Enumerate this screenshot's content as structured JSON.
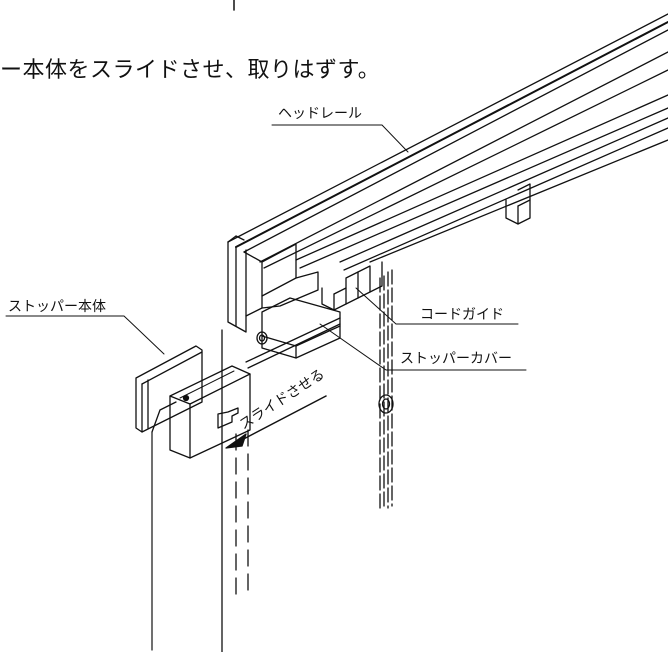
{
  "title": "ー本体をスライドさせ、取りはずす。",
  "labels": {
    "head_rail": "ヘッドレール",
    "stopper_body": "ストッパー本体",
    "cord_guide": "コードガイド",
    "stopper_cover": "ストッパーカバー",
    "slide_instruction": "スライドさせる"
  },
  "colors": {
    "line": "#111111",
    "background": "#ffffff"
  }
}
